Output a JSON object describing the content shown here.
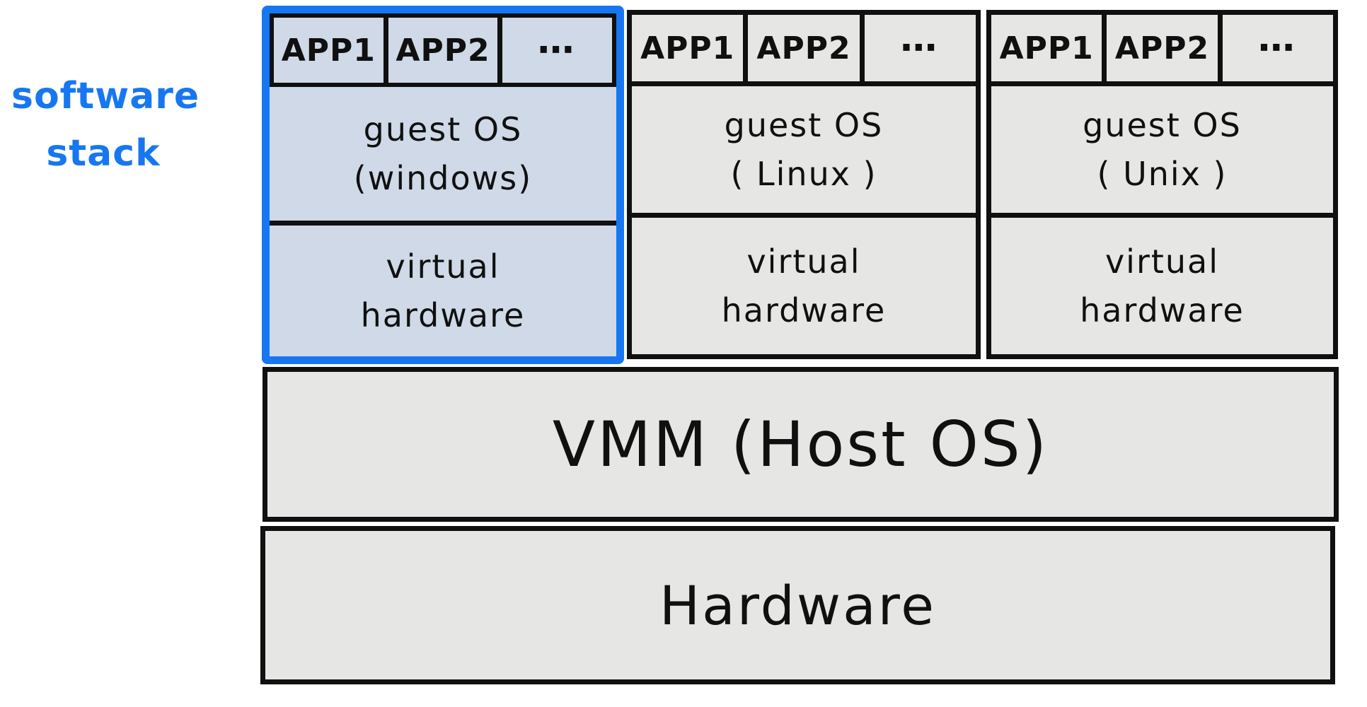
{
  "side_label": {
    "line1": "software",
    "line2": "stack"
  },
  "stacks": [
    {
      "name": "windows-vm",
      "highlighted": true,
      "apps": [
        "APP1",
        "APP2",
        "⋯"
      ],
      "os_line1": "guest OS",
      "os_line2": "(windows)",
      "vh_line1": "virtual",
      "vh_line2": "hardware"
    },
    {
      "name": "linux-vm",
      "highlighted": false,
      "apps": [
        "APP1",
        "APP2",
        "⋯"
      ],
      "os_line1": "guest OS",
      "os_line2": "( Linux )",
      "vh_line1": "virtual",
      "vh_line2": "hardware"
    },
    {
      "name": "unix-vm",
      "highlighted": false,
      "apps": [
        "APP1",
        "APP2",
        "⋯"
      ],
      "os_line1": "guest OS",
      "os_line2": "( Unix )",
      "vh_line1": "virtual",
      "vh_line2": "hardware"
    }
  ],
  "vmm_label": "VMM (Host OS)",
  "hardware_label": "Hardware",
  "colors": {
    "label_blue": "#1777f2",
    "highlight_border": "#1777f2",
    "highlight_fill": "#cfd9e7",
    "box_fill": "#e6e6e4",
    "ink": "#101010"
  }
}
